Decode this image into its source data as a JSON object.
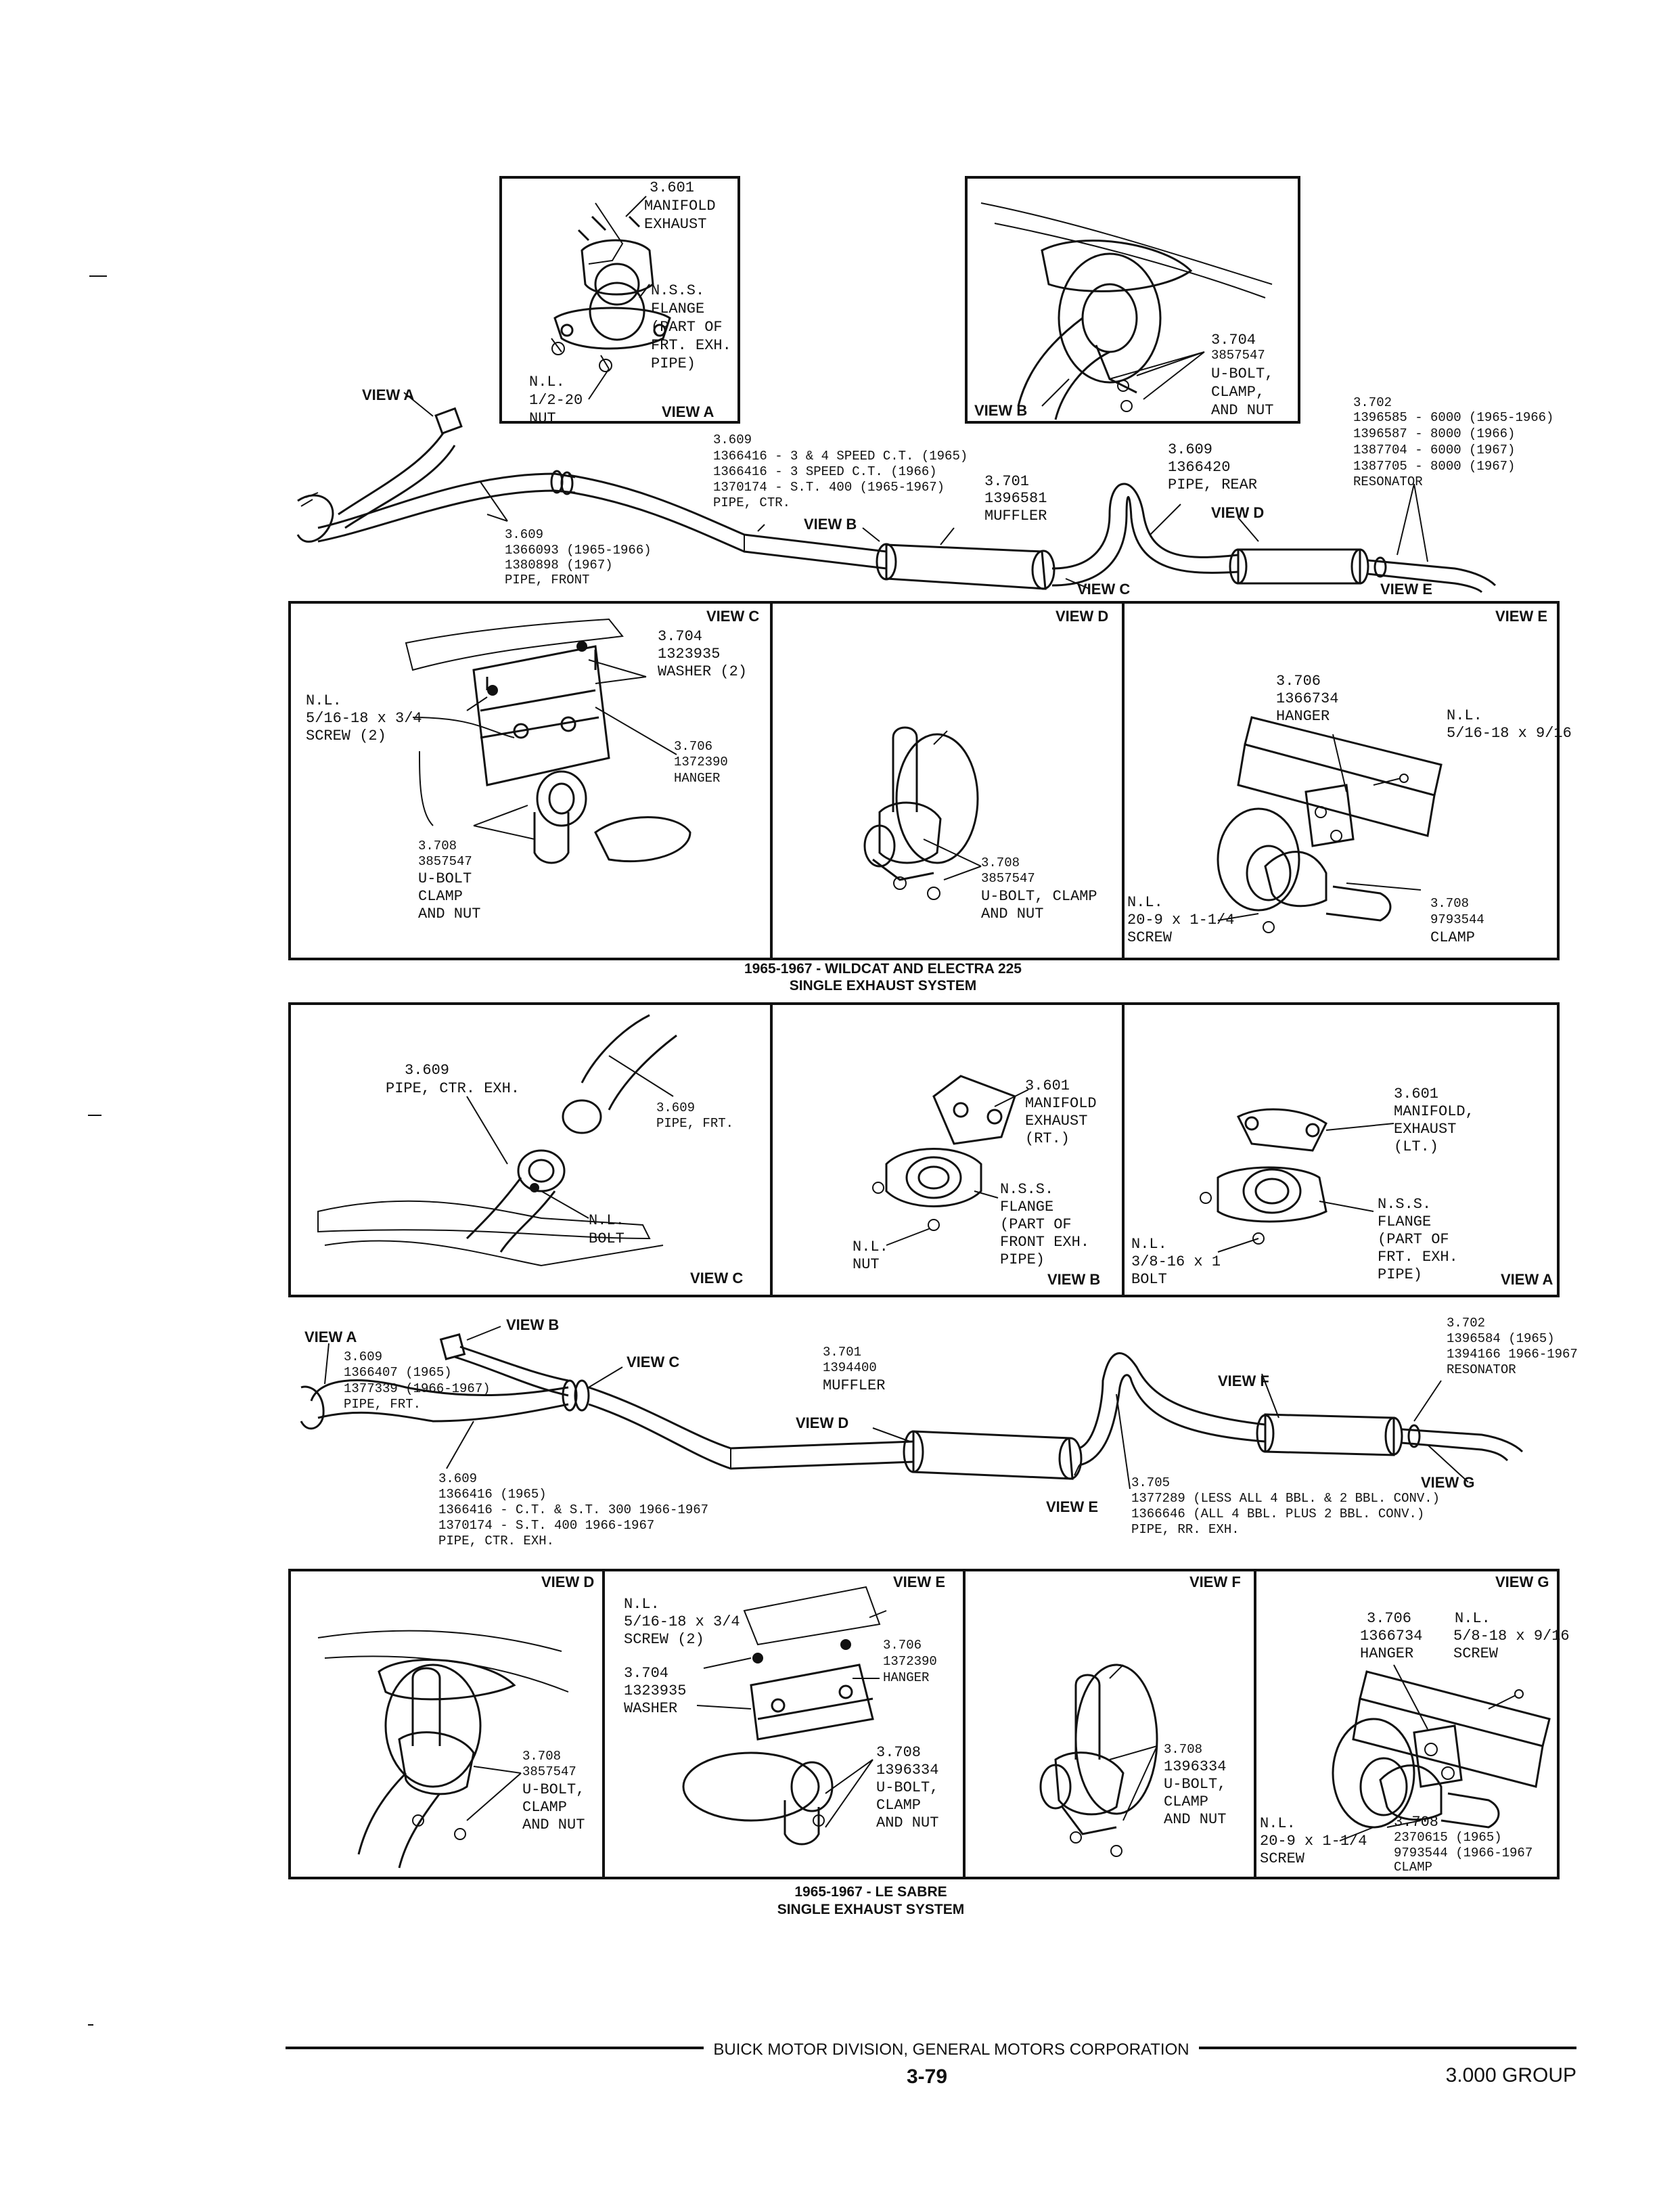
{
  "top_inset_a": [
    "3.601",
    "MANIFOLD",
    "EXHAUST",
    "N.S.S.",
    "FLANGE",
    "(PART OF",
    "FRT. EXH.",
    "PIPE)",
    "N.L.",
    "1/2-20",
    "NUT",
    "VIEW A"
  ],
  "top_inset_b": [
    "3.704",
    "3857547",
    "U-BOLT,",
    "CLAMP,",
    "AND NUT",
    "VIEW B"
  ],
  "top_layout": {
    "view_a": "VIEW A",
    "pipe_ctr": [
      "3.609",
      "1366416 - 3 & 4 SPEED C.T. (1965)",
      "1366416 - 3 SPEED C.T. (1966)",
      "1370174 - S.T. 400 (1965-1967)",
      "PIPE, CTR."
    ],
    "muffler": [
      "3.701",
      "1396581",
      "MUFFLER"
    ],
    "pipe_rear": [
      "3.609",
      "1366420",
      "PIPE, REAR"
    ],
    "resonator": [
      "3.702",
      "1396585 - 6000 (1965-1966)",
      "1396587 - 8000 (1966)",
      "1387704 - 6000 (1967)",
      "1387705 - 8000 (1967)",
      "RESONATOR"
    ],
    "pipe_front": [
      "3.609",
      "1366093 (1965-1966)",
      "1380898 (1967)",
      "PIPE, FRONT"
    ],
    "view_b": "VIEW B",
    "view_c": "VIEW C",
    "view_d": "VIEW D",
    "view_e": "VIEW E"
  },
  "panel1_c": [
    "VIEW C",
    "3.704",
    "1323935",
    "WASHER (2)",
    "N.L.",
    "5/16-18 x 3/4",
    "SCREW (2)",
    "3.706",
    "1372390",
    "HANGER",
    "3.708",
    "3857547",
    "U-BOLT",
    "CLAMP",
    "AND NUT"
  ],
  "panel1_d": [
    "VIEW D",
    "3.708",
    "3857547",
    "U-BOLT, CLAMP",
    "AND NUT"
  ],
  "panel1_e": [
    "VIEW E",
    "3.706",
    "1366734",
    "HANGER",
    "N.L.",
    "5/16-18 x 9/16",
    "N.L.",
    "20-9 x 1-1/4",
    "SCREW",
    "3.708",
    "9793544",
    "CLAMP"
  ],
  "caption1": [
    "1965-1967 - WILDCAT AND ELECTRA 225",
    "SINGLE EXHAUST SYSTEM"
  ],
  "panel2_c": [
    "3.609",
    "PIPE, CTR. EXH.",
    "3.609",
    "PIPE, FRT.",
    "N.L.",
    "BOLT",
    "VIEW C"
  ],
  "panel2_b": [
    "3.601",
    "MANIFOLD",
    "EXHAUST",
    "(RT.)",
    "N.S.S.",
    "FLANGE",
    "(PART OF",
    "FRONT EXH.",
    "PIPE)",
    "N.L.",
    "NUT",
    "VIEW B"
  ],
  "panel2_a": [
    "3.601",
    "MANIFOLD,",
    "EXHAUST",
    "(LT.)",
    "N.S.S.",
    "FLANGE",
    "(PART OF",
    "FRT. EXH.",
    "PIPE)",
    "N.L.",
    "3/8-16 x 1",
    "BOLT",
    "VIEW A"
  ],
  "bottom_layout": {
    "view_a": "VIEW A",
    "view_b": "VIEW B",
    "view_c": "VIEW C",
    "view_d": "VIEW D",
    "view_e": "VIEW E",
    "view_f": "VIEW F",
    "view_g": "VIEW G",
    "pipe_frt": [
      "3.609",
      "1366407 (1965)",
      "1377339 (1966-1967)",
      "PIPE, FRT."
    ],
    "muffler": [
      "3.701",
      "1394400",
      "MUFFLER"
    ],
    "resonator": [
      "3.702",
      "1396584 (1965)",
      "1394166 1966-1967",
      "RESONATOR"
    ],
    "pipe_ctr": [
      "3.609",
      "1366416 (1965)",
      "1366416 - C.T. & S.T. 300 1966-1967",
      "1370174 - S.T. 400 1966-1967",
      "PIPE, CTR. EXH."
    ],
    "pipe_rr": [
      "3.705",
      "1377289 (LESS ALL 4 BBL. & 2 BBL. CONV.)",
      "1366646 (ALL 4 BBL. PLUS 2 BBL. CONV.)",
      "PIPE, RR. EXH."
    ]
  },
  "panel3_d": [
    "VIEW D",
    "3.708",
    "3857547",
    "U-BOLT,",
    "CLAMP",
    "AND NUT"
  ],
  "panel3_e": [
    "VIEW E",
    "N.L.",
    "5/16-18 x 3/4",
    "SCREW (2)",
    "3.704",
    "1323935",
    "WASHER",
    "3.706",
    "1372390",
    "HANGER",
    "3.708",
    "1396334",
    "U-BOLT,",
    "CLAMP",
    "AND NUT"
  ],
  "panel3_f": [
    "VIEW F",
    "3.708",
    "1396334",
    "U-BOLT,",
    "CLAMP",
    "AND NUT"
  ],
  "panel3_g": [
    "VIEW G",
    "3.706",
    "1366734",
    "HANGER",
    "N.L.",
    "5/8-18 x 9/16",
    "SCREW",
    "N.L.",
    "20-9 x 1-1/4",
    "SCREW",
    "3.708",
    "2370615 (1965)",
    "9793544 (1966-1967",
    "CLAMP"
  ],
  "caption2": [
    "1965-1967 - LE SABRE",
    "SINGLE EXHAUST SYSTEM"
  ],
  "footer": {
    "company": "BUICK MOTOR DIVISION, GENERAL MOTORS CORPORATION",
    "page": "3-79",
    "group": "3.000 GROUP"
  }
}
